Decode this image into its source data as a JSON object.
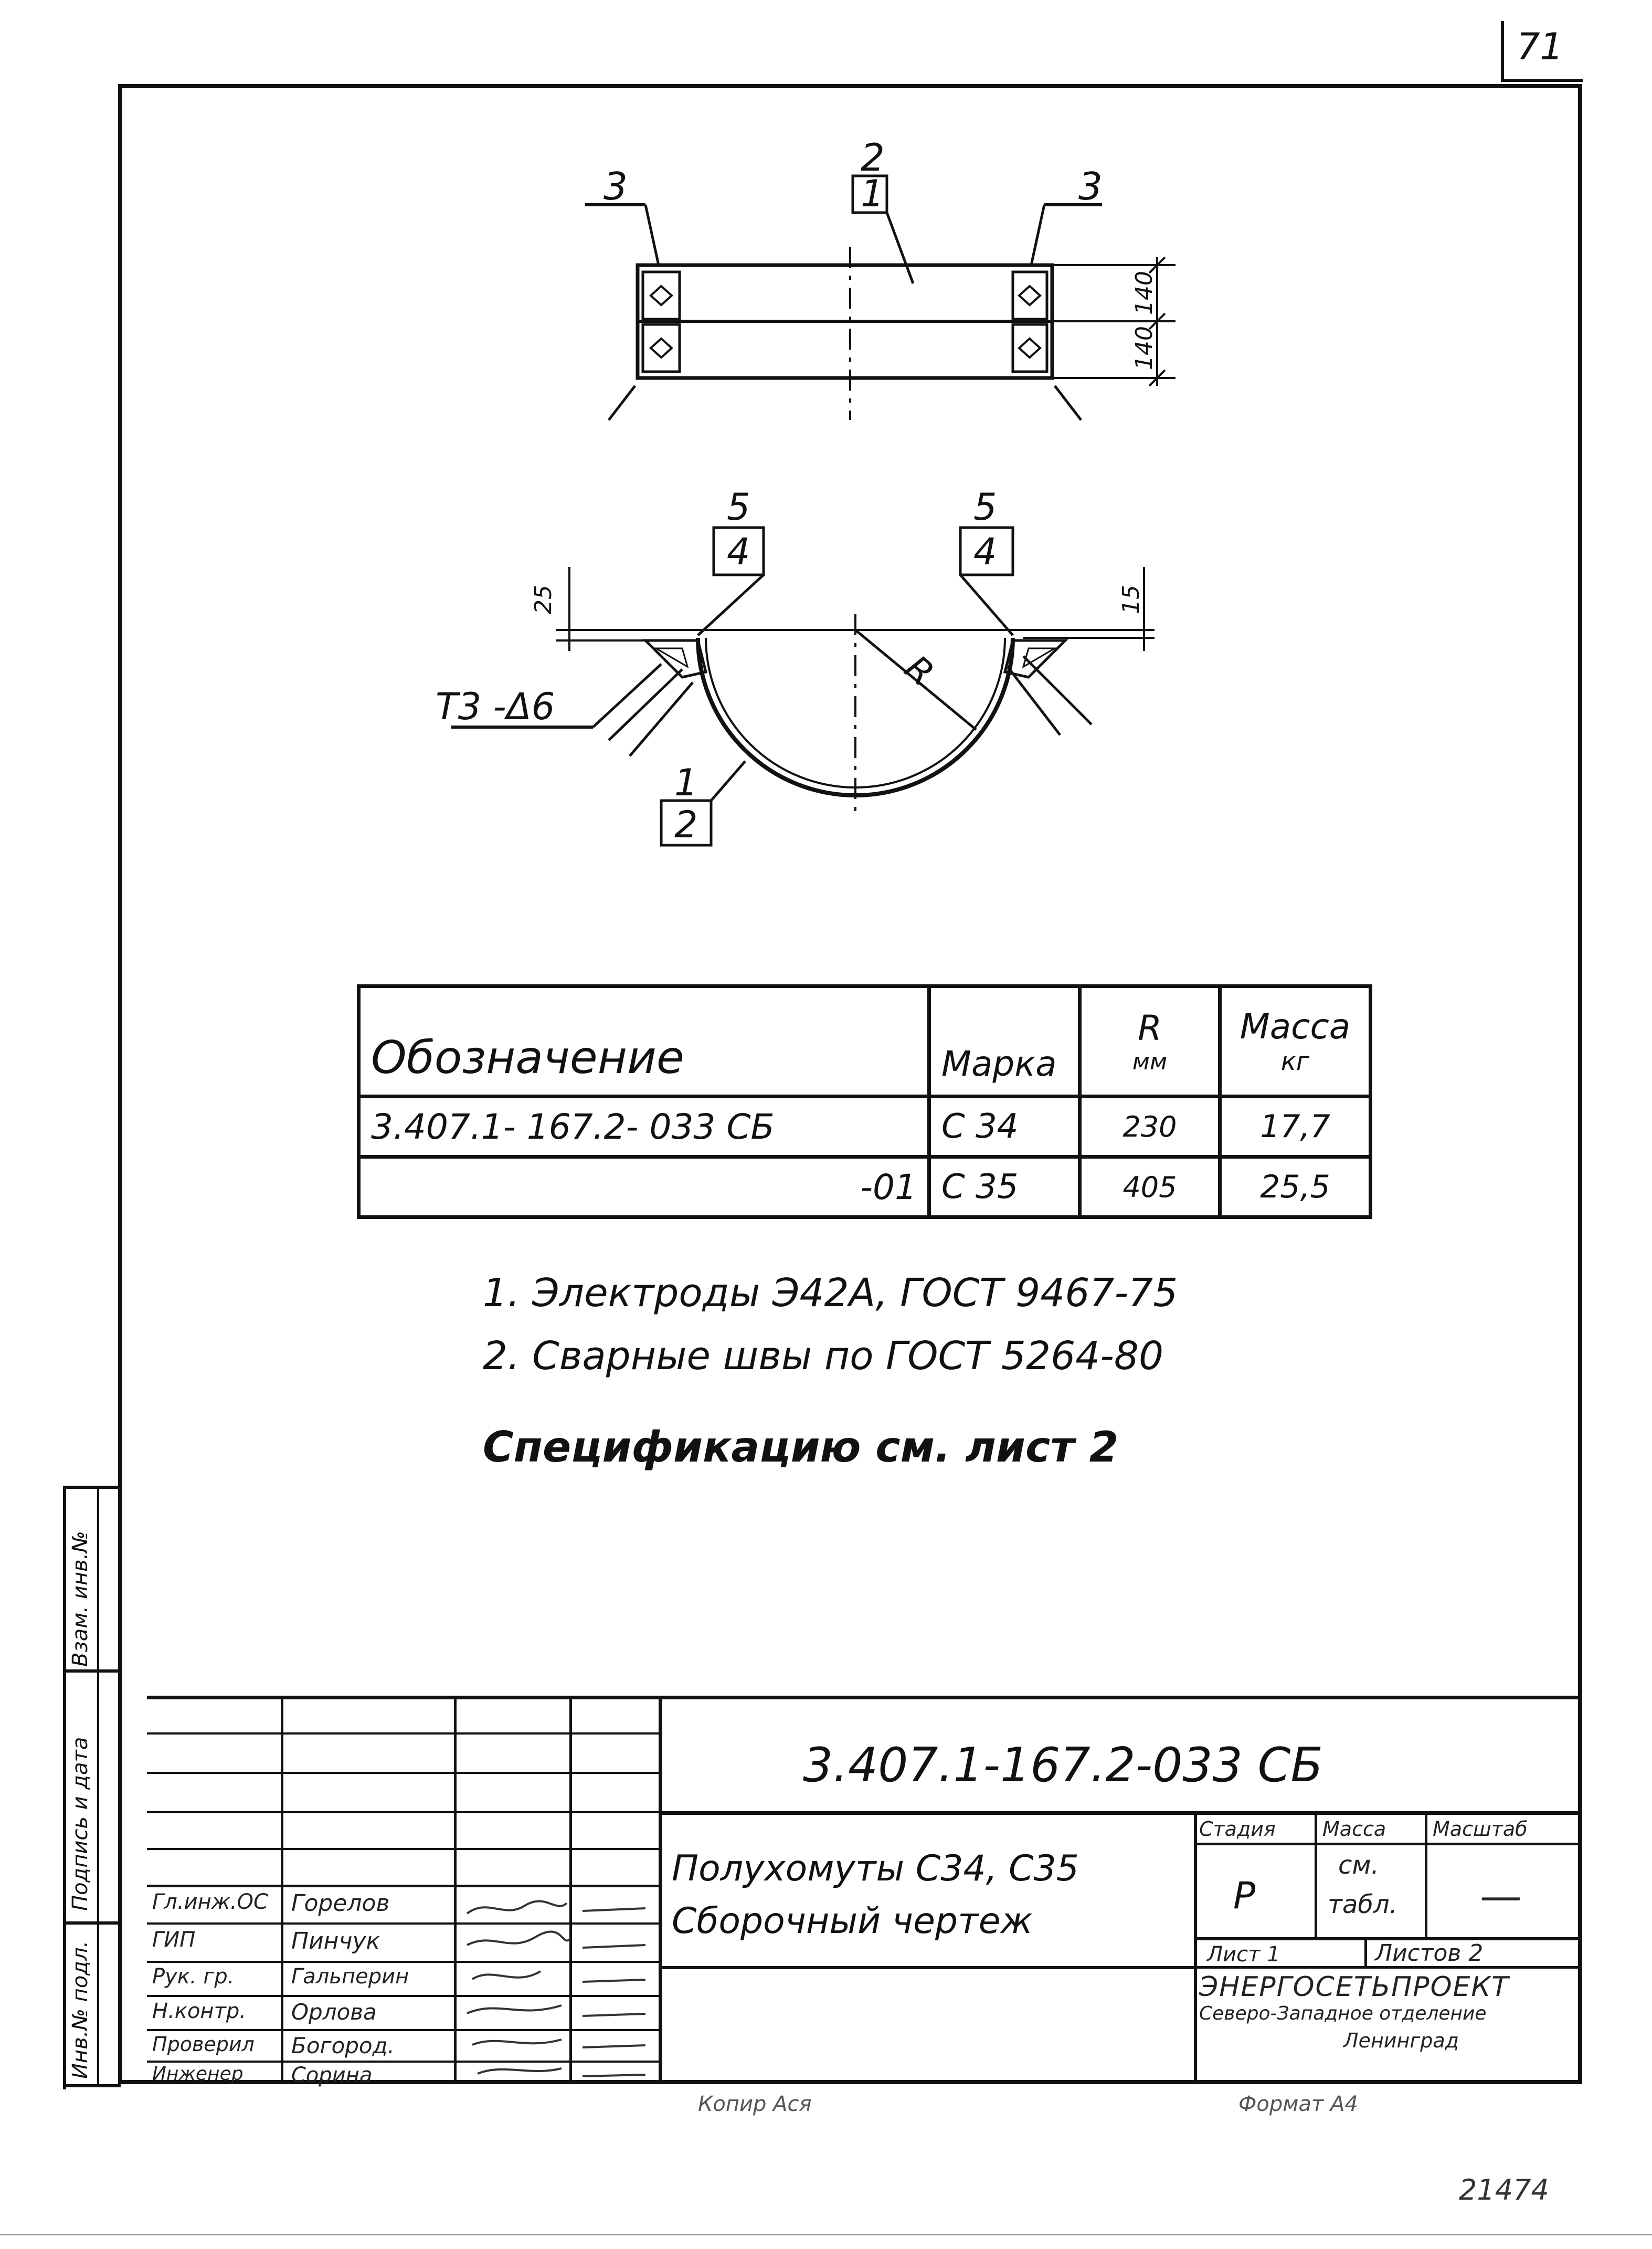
{
  "sheet_number": "71",
  "drawing": {
    "top_view": {
      "leader_left": "3",
      "leader_center_top": "2",
      "leader_center_bottom": "1",
      "leader_right": "3",
      "dim_a": "140",
      "dim_b": "140"
    },
    "front_view": {
      "leader_left_top": "5",
      "leader_left_bottom": "4",
      "leader_right_top": "5",
      "leader_right_bottom": "4",
      "dim_left": "25",
      "dim_right": "15",
      "radius_label": "R",
      "weld_label": "Т3 -Δ6",
      "bottom_leader_top": "1",
      "bottom_leader_bottom": "2"
    }
  },
  "table": {
    "headers": {
      "designation": "Обозначение",
      "mark": "Марка",
      "r_top": "R",
      "r_unit": "мм",
      "mass_top": "Масса",
      "mass_unit": "кг"
    },
    "rows": [
      {
        "designation": "3.407.1- 167.2- 033 СБ",
        "mark": "С 34",
        "r": "230",
        "mass": "17,7"
      },
      {
        "designation": "-01",
        "mark": "С 35",
        "r": "405",
        "mass": "25,5"
      }
    ]
  },
  "notes": [
    "1. Электроды Э42А, ГОСТ 9467-75",
    "2. Сварные швы по ГОСТ 5264-80"
  ],
  "spec_note": "Спецификацию см. лист 2",
  "side_labels": {
    "inv_orig": "Инв.№ подл.",
    "sign_date": "Подпись и дата",
    "replace_inv": "Взам. инв.№"
  },
  "title_block": {
    "doc_code": "3.407.1-167.2-033 СБ",
    "name_line1": "Полухомуты С34, С35",
    "name_line2": "Сборочный чертеж",
    "stage_label": "Стадия",
    "mass_label": "Масса",
    "scale_label": "Масштаб",
    "stage_value": "Р",
    "mass_value_1": "см.",
    "mass_value_2": "табл.",
    "scale_value": "—",
    "sheet_label": "Лист 1",
    "sheets_label": "Листов 2",
    "org_line1": "ЭНЕРГОСЕТЬПРОЕКТ",
    "org_line2": "Северо-Западное отделение",
    "org_line3": "Ленинград",
    "roles": [
      "Гл.инж.ОС",
      "ГИП",
      "Рук. гр.",
      "Н.контр.",
      "Проверил",
      "Инженер"
    ],
    "names": [
      "Горелов",
      "Пинчук",
      "Гальперин",
      "Орлова",
      "Богород.",
      "Сорина"
    ],
    "copied": "Копир Ася",
    "format": "Формат А4"
  },
  "stamp": "21474"
}
